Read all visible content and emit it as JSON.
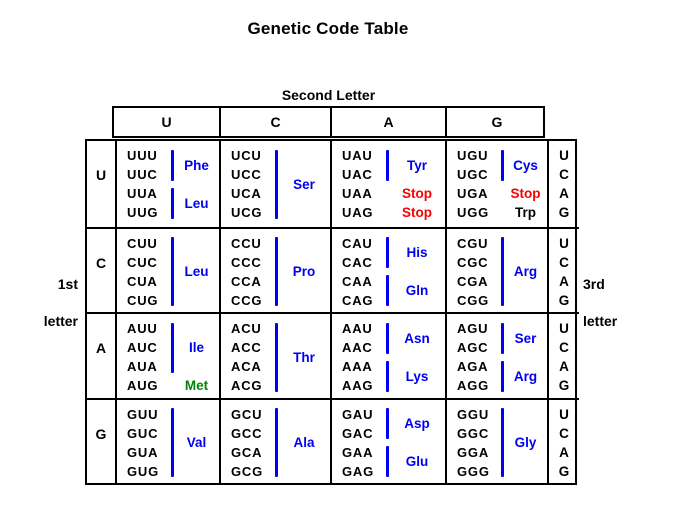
{
  "title": "Genetic Code Table",
  "second_letter_label": "Second Letter",
  "first_letter_label": {
    "line1": "1st",
    "line2": "letter"
  },
  "third_letter_label": {
    "line1": "3rd",
    "line2": "letter"
  },
  "second_letters": [
    "U",
    "C",
    "A",
    "G"
  ],
  "third_letters": [
    "U",
    "C",
    "A",
    "G"
  ],
  "colors": {
    "codon_text": "#000000",
    "blue": "#0101f2",
    "red": "#fb0000",
    "green": "#058205",
    "black": "#000000",
    "border": "#000000"
  },
  "rows": [
    {
      "first_letter": "U",
      "cells": [
        {
          "codons": [
            "UUU",
            "UUC",
            "UUA",
            "UUG"
          ],
          "groups": [
            {
              "label": "Phe",
              "color": "blue",
              "bar": true,
              "start": 1,
              "end": 2
            },
            {
              "label": "Leu",
              "color": "blue",
              "bar": true,
              "start": 3,
              "end": 4
            }
          ]
        },
        {
          "codons": [
            "UCU",
            "UCC",
            "UCA",
            "UCG"
          ],
          "groups": [
            {
              "label": "Ser",
              "color": "blue",
              "bar": true,
              "start": 1,
              "end": 4
            }
          ]
        },
        {
          "codons": [
            "UAU",
            "UAC",
            "UAA",
            "UAG"
          ],
          "groups": [
            {
              "label": "Tyr",
              "color": "blue",
              "bar": true,
              "start": 1,
              "end": 2
            },
            {
              "label": "Stop",
              "color": "red",
              "bar": false,
              "start": 3,
              "end": 3
            },
            {
              "label": "Stop",
              "color": "red",
              "bar": false,
              "start": 4,
              "end": 4
            }
          ]
        },
        {
          "codons": [
            "UGU",
            "UGC",
            "UGA",
            "UGG"
          ],
          "groups": [
            {
              "label": "Cys",
              "color": "blue",
              "bar": true,
              "start": 1,
              "end": 2
            },
            {
              "label": "Stop",
              "color": "red",
              "bar": false,
              "start": 3,
              "end": 3
            },
            {
              "label": "Trp",
              "color": "black",
              "bar": false,
              "start": 4,
              "end": 4
            }
          ]
        }
      ]
    },
    {
      "first_letter": "C",
      "cells": [
        {
          "codons": [
            "CUU",
            "CUC",
            "CUA",
            "CUG"
          ],
          "groups": [
            {
              "label": "Leu",
              "color": "blue",
              "bar": true,
              "start": 1,
              "end": 4
            }
          ]
        },
        {
          "codons": [
            "CCU",
            "CCC",
            "CCA",
            "CCG"
          ],
          "groups": [
            {
              "label": "Pro",
              "color": "blue",
              "bar": true,
              "start": 1,
              "end": 4
            }
          ]
        },
        {
          "codons": [
            "CAU",
            "CAC",
            "CAA",
            "CAG"
          ],
          "groups": [
            {
              "label": "His",
              "color": "blue",
              "bar": true,
              "start": 1,
              "end": 2
            },
            {
              "label": "Gln",
              "color": "blue",
              "bar": true,
              "start": 3,
              "end": 4
            }
          ]
        },
        {
          "codons": [
            "CGU",
            "CGC",
            "CGA",
            "CGG"
          ],
          "groups": [
            {
              "label": "Arg",
              "color": "blue",
              "bar": true,
              "start": 1,
              "end": 4
            }
          ]
        }
      ]
    },
    {
      "first_letter": "A",
      "cells": [
        {
          "codons": [
            "AUU",
            "AUC",
            "AUA",
            "AUG"
          ],
          "groups": [
            {
              "label": "Ile",
              "color": "blue",
              "bar": true,
              "start": 1,
              "end": 3
            },
            {
              "label": "Met",
              "color": "green",
              "bar": false,
              "start": 4,
              "end": 4
            }
          ]
        },
        {
          "codons": [
            "ACU",
            "ACC",
            "ACA",
            "ACG"
          ],
          "groups": [
            {
              "label": "Thr",
              "color": "blue",
              "bar": true,
              "start": 1,
              "end": 4
            }
          ]
        },
        {
          "codons": [
            "AAU",
            "AAC",
            "AAA",
            "AAG"
          ],
          "groups": [
            {
              "label": "Asn",
              "color": "blue",
              "bar": true,
              "start": 1,
              "end": 2
            },
            {
              "label": "Lys",
              "color": "blue",
              "bar": true,
              "start": 3,
              "end": 4
            }
          ]
        },
        {
          "codons": [
            "AGU",
            "AGC",
            "AGA",
            "AGG"
          ],
          "groups": [
            {
              "label": "Ser",
              "color": "blue",
              "bar": true,
              "start": 1,
              "end": 2
            },
            {
              "label": "Arg",
              "color": "blue",
              "bar": true,
              "start": 3,
              "end": 4
            }
          ]
        }
      ]
    },
    {
      "first_letter": "G",
      "cells": [
        {
          "codons": [
            "GUU",
            "GUC",
            "GUA",
            "GUG"
          ],
          "groups": [
            {
              "label": "Val",
              "color": "blue",
              "bar": true,
              "start": 1,
              "end": 4
            }
          ]
        },
        {
          "codons": [
            "GCU",
            "GCC",
            "GCA",
            "GCG"
          ],
          "groups": [
            {
              "label": "Ala",
              "color": "blue",
              "bar": true,
              "start": 1,
              "end": 4
            }
          ]
        },
        {
          "codons": [
            "GAU",
            "GAC",
            "GAA",
            "GAG"
          ],
          "groups": [
            {
              "label": "Asp",
              "color": "blue",
              "bar": true,
              "start": 1,
              "end": 2
            },
            {
              "label": "Glu",
              "color": "blue",
              "bar": true,
              "start": 3,
              "end": 4
            }
          ]
        },
        {
          "codons": [
            "GGU",
            "GGC",
            "GGA",
            "GGG"
          ],
          "groups": [
            {
              "label": "Gly",
              "color": "blue",
              "bar": true,
              "start": 1,
              "end": 4
            }
          ]
        }
      ]
    }
  ]
}
